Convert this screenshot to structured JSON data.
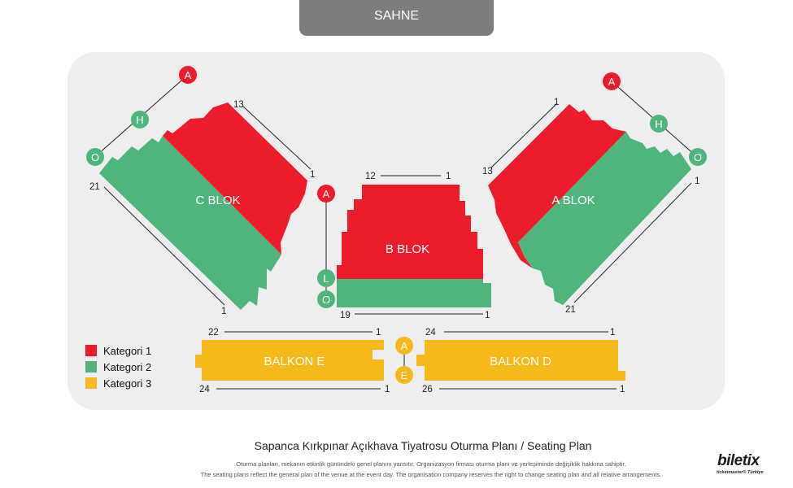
{
  "stage_label": "SAHNE",
  "colors": {
    "kategori_1": "#ec1c2d",
    "kategori_2": "#4fb57c",
    "kategori_3": "#f6b91c",
    "stage": "#7d7d7d",
    "background": "#eeeeee"
  },
  "blocks": {
    "c_blok": "C BLOK",
    "b_blok": "B BLOK",
    "a_blok": "A BLOK",
    "balkon_e": "BALKON E",
    "balkon_d": "BALKON D"
  },
  "row_markers": {
    "c_blok": [
      "A",
      "H",
      "O"
    ],
    "b_blok": [
      "A",
      "L",
      "O"
    ],
    "a_blok": [
      "A",
      "H",
      "O"
    ],
    "balkon": [
      "A",
      "E"
    ]
  },
  "seat_numbers": {
    "c_blok": {
      "front_start": "13",
      "front_end": "1",
      "back_start": "21",
      "back_end": "1"
    },
    "b_blok": {
      "front_start": "12",
      "front_end": "1",
      "back_start": "19",
      "back_end": "1"
    },
    "a_blok": {
      "front_start": "1",
      "front_end": "13",
      "back_start": "1",
      "back_end": "21"
    },
    "balkon_e": {
      "front_start": "22",
      "front_end": "1",
      "back_start": "24",
      "back_end": "1"
    },
    "balkon_d": {
      "front_start": "24",
      "front_end": "1",
      "back_start": "26",
      "back_end": "1"
    }
  },
  "legend": [
    {
      "label": "Kategori 1",
      "color": "#ec1c2d"
    },
    {
      "label": "Kategori 2",
      "color": "#4fb57c"
    },
    {
      "label": "Kategori 3",
      "color": "#f6b91c"
    }
  ],
  "footer": {
    "title": "Sapanca Kırkpınar Açıkhava Tiyatrosu Oturma Planı / Seating Plan",
    "note_tr": "Oturma planları, mekanın etkinlik günündeki genel planını yansıtır. Organizasyon firması oturma planı ve yerleşiminde değişiklik hakkına sahiptir.",
    "note_en": "The seating plans reflect the general plan of the venue at the event day. The organisation company reserves the right to change seating plan and all relative arrangements."
  },
  "brand": {
    "name": "biletix",
    "sub": "ticketmaster® Türkiye"
  }
}
